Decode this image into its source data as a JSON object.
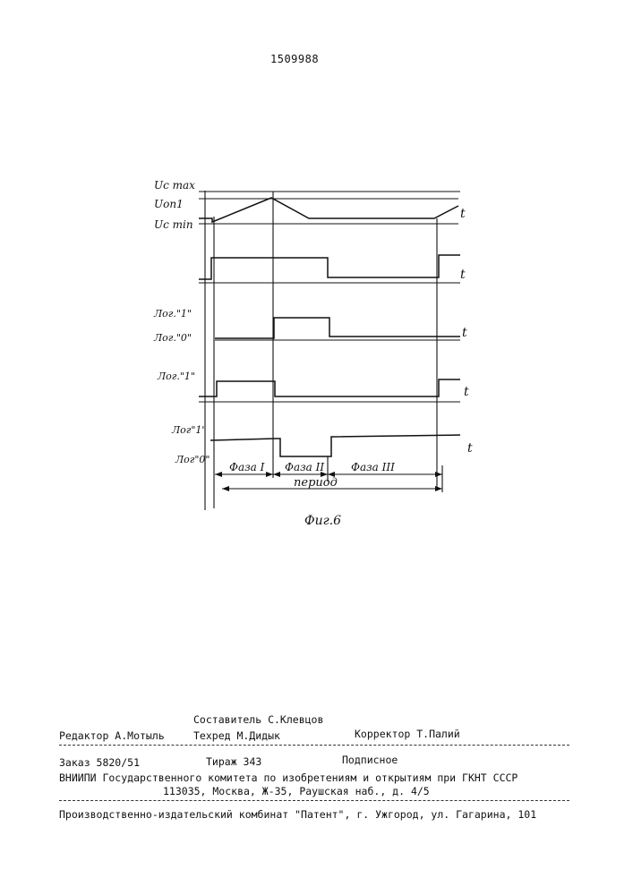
{
  "header": {
    "patent_number": "1509988"
  },
  "figure": {
    "caption": "Фиг.6",
    "time_symbol": "t",
    "level_labels": {
      "uc_max": "Uc max",
      "uon": "Uоп1",
      "uc_min": "Uc min",
      "log1_a": "Лог.\"1\"",
      "log0_a": "Лог.\"0\"",
      "log1_b": "Лог.\"1\"",
      "log1_c": "Лог\"1\"",
      "log0_c": "Лог\"0\""
    },
    "phases": [
      "Фаза I",
      "Фаза II",
      "Фаза III"
    ],
    "period_label": "период"
  },
  "footer": {
    "compiler": "Составитель С.Клевцов",
    "editor": "Редактор А.Мотыль",
    "techred": "Техред М.Дидык",
    "corrector": "Корректор Т.Палий",
    "order": "Заказ 5820/51",
    "circulation": "Тираж 343",
    "subscription": "Подписное",
    "vniipi": "ВНИИПИ Государственного комитета по изобретениям и открытиям при ГКНТ СССР",
    "address": "113035, Москва, Ж-35, Раушская наб., д. 4/5",
    "publisher": "Производственно-издательский комбинат \"Патент\", г. Ужгород, ул. Гагарина, 101"
  }
}
